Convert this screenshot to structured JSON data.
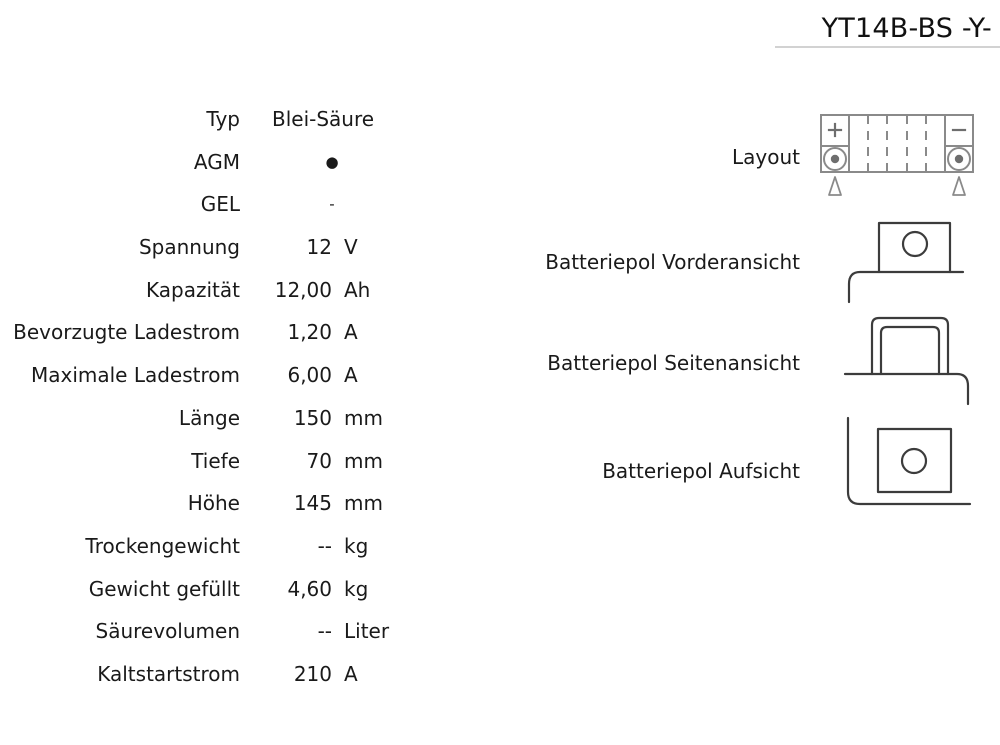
{
  "title": {
    "text": "YT14B-BS -Y-"
  },
  "spec_table": {
    "rows": [
      {
        "label": "Typ",
        "value": "Blei-Säure",
        "unit": "",
        "style": "wide"
      },
      {
        "label": "AGM",
        "value": "●",
        "unit": "",
        "style": "mark"
      },
      {
        "label": "GEL",
        "value": "-",
        "unit": "",
        "style": "mark"
      },
      {
        "label": "Spannung",
        "value": "12",
        "unit": "V",
        "style": "num"
      },
      {
        "label": "Kapazität",
        "value": "12,00",
        "unit": "Ah",
        "style": "num"
      },
      {
        "label": "Bevorzugte Ladestrom",
        "value": "1,20",
        "unit": "A",
        "style": "num"
      },
      {
        "label": "Maximale Ladestrom",
        "value": "6,00",
        "unit": "A",
        "style": "num"
      },
      {
        "label": "Länge",
        "value": "150",
        "unit": "mm",
        "style": "num"
      },
      {
        "label": "Tiefe",
        "value": "70",
        "unit": "mm",
        "style": "num"
      },
      {
        "label": "Höhe",
        "value": "145",
        "unit": "mm",
        "style": "num"
      },
      {
        "label": "Trockengewicht",
        "value": "--",
        "unit": "kg",
        "style": "num"
      },
      {
        "label": "Gewicht gefüllt",
        "value": "4,60",
        "unit": "kg",
        "style": "num"
      },
      {
        "label": "Säurevolumen",
        "value": "--",
        "unit": "Liter",
        "style": "num"
      },
      {
        "label": "Kaltstartstrom",
        "value": "210",
        "unit": "A",
        "style": "num"
      }
    ]
  },
  "diagrams": {
    "layout": {
      "label": "Layout",
      "icon": "battery-layout-icon",
      "positive_sign": "+",
      "negative_sign": "−"
    },
    "front_view": {
      "label": "Batteriepol Vorderansicht",
      "icon": "battery-terminal-front-view-icon"
    },
    "side_view": {
      "label": "Batteriepol Seitenansicht",
      "icon": "battery-terminal-side-view-icon"
    },
    "top_view": {
      "label": "Batteriepol Aufsicht",
      "icon": "battery-terminal-top-view-icon"
    }
  },
  "colors": {
    "text": "#1a1a1a",
    "title_rule": "#d2d2d2",
    "diagram_gray": "#8a8a8a",
    "diagram_dark": "#3c3c3c",
    "background": "#ffffff"
  }
}
